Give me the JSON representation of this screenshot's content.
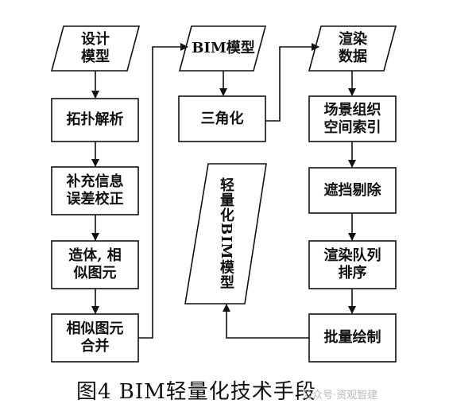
{
  "diagram": {
    "col1": {
      "design_model": "设计\n模型",
      "topology": "拓扑解析",
      "supplement": "补充信息\n误差校正",
      "modeling": "造体, 相\n似图元",
      "merge": "相似图元\n合并"
    },
    "col2": {
      "bim_model": "BIM模型",
      "triangulation": "三角化",
      "lightweight": "轻量化BIM模型"
    },
    "col3": {
      "render_data": "渲染\n数据",
      "spatial_index": "场景组织\n空间索引",
      "occlusion": "遮挡剔除",
      "render_queue": "渲染队列\n排序",
      "batch_draw": "批量绘制"
    }
  },
  "caption": "图4   BIM轻量化技术手段",
  "watermark": "公众号·资观智建"
}
